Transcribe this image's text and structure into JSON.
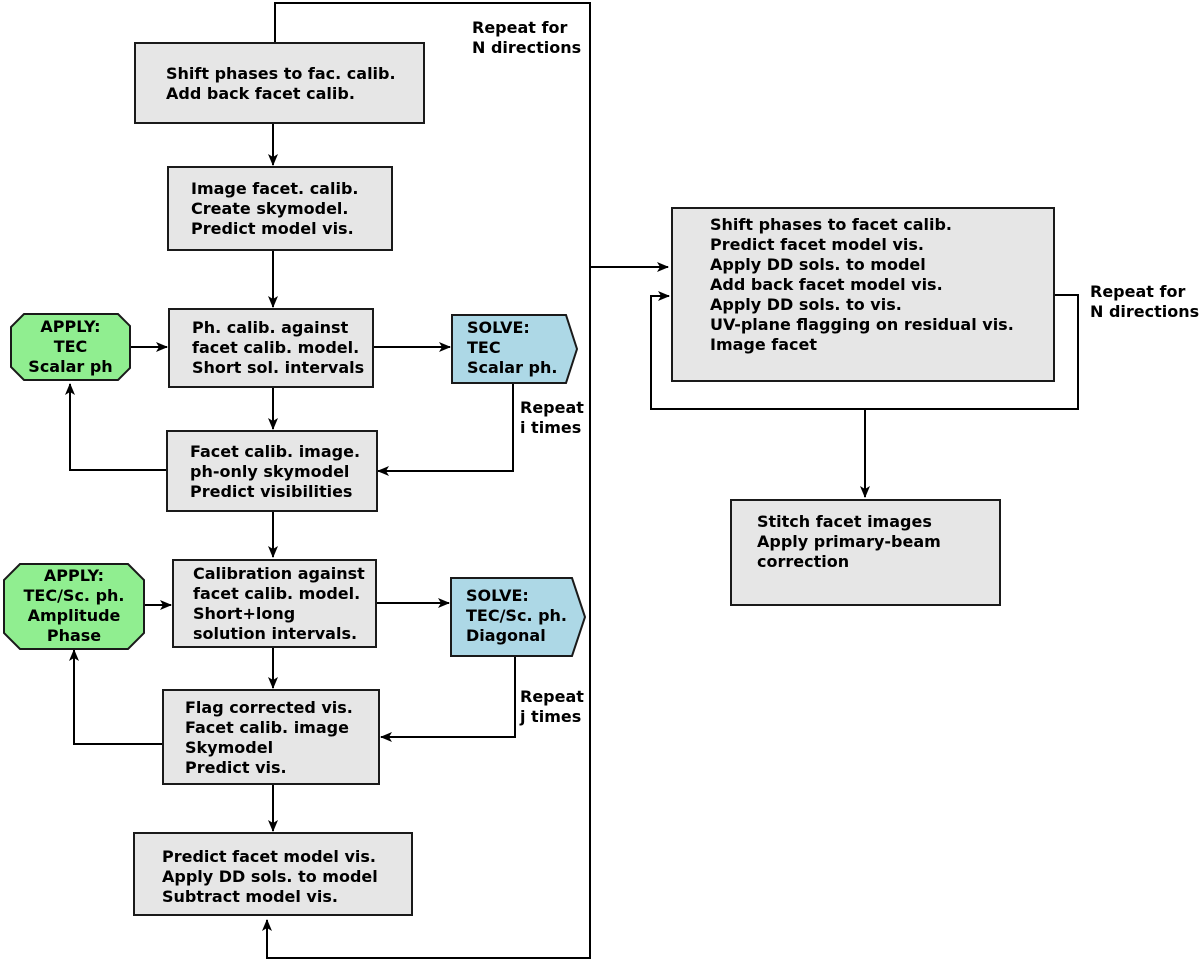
{
  "boxes": {
    "shift_phases_fac": [
      "Shift phases to fac. calib.",
      "Add back facet calib."
    ],
    "image_facet_calib": [
      "Image facet. calib.",
      "Create skymodel.",
      "Predict model vis."
    ],
    "ph_calib": [
      "Ph. calib. against",
      "facet calib. model.",
      "Short sol. intervals"
    ],
    "facet_calib_image": [
      "Facet calib. image.",
      "ph-only skymodel",
      "Predict visibilities"
    ],
    "calibration_against": [
      "Calibration against",
      "facet calib. model.",
      "Short+long",
      "solution intervals."
    ],
    "flag_corrected": [
      "Flag corrected vis.",
      "Facet calib. image",
      "Skymodel",
      "Predict vis."
    ],
    "predict_facet_model": [
      "Predict facet model vis.",
      "Apply DD sols. to model",
      "Subtract model vis."
    ],
    "right_main": [
      "Shift phases to facet calib.",
      "Predict facet model vis.",
      "Apply DD sols. to model",
      "Add back facet model vis.",
      "Apply DD sols. to vis.",
      "UV-plane flagging on residual vis.",
      "Image facet"
    ],
    "stitch": [
      "Stitch facet images",
      "Apply primary-beam",
      "correction"
    ]
  },
  "apply1": [
    "APPLY:",
    "TEC",
    "Scalar ph"
  ],
  "apply2": [
    "APPLY:",
    "TEC/Sc. ph.",
    "Amplitude",
    "Phase"
  ],
  "solve1": [
    "SOLVE:",
    "TEC",
    "Scalar ph."
  ],
  "solve2": [
    "SOLVE:",
    "TEC/Sc. ph.",
    "Diagonal"
  ],
  "labels": {
    "repeat_n_top": [
      "Repeat for",
      "N directions"
    ],
    "repeat_i": [
      "Repeat",
      "i times"
    ],
    "repeat_j": [
      "Repeat",
      "j times"
    ],
    "repeat_n_right": [
      "Repeat for",
      "N directions"
    ]
  },
  "colors": {
    "apply_fill": "#90ee90",
    "solve_fill": "#add8e6",
    "box_fill": "#e6e6e6",
    "stroke": "#1a1a1a"
  }
}
